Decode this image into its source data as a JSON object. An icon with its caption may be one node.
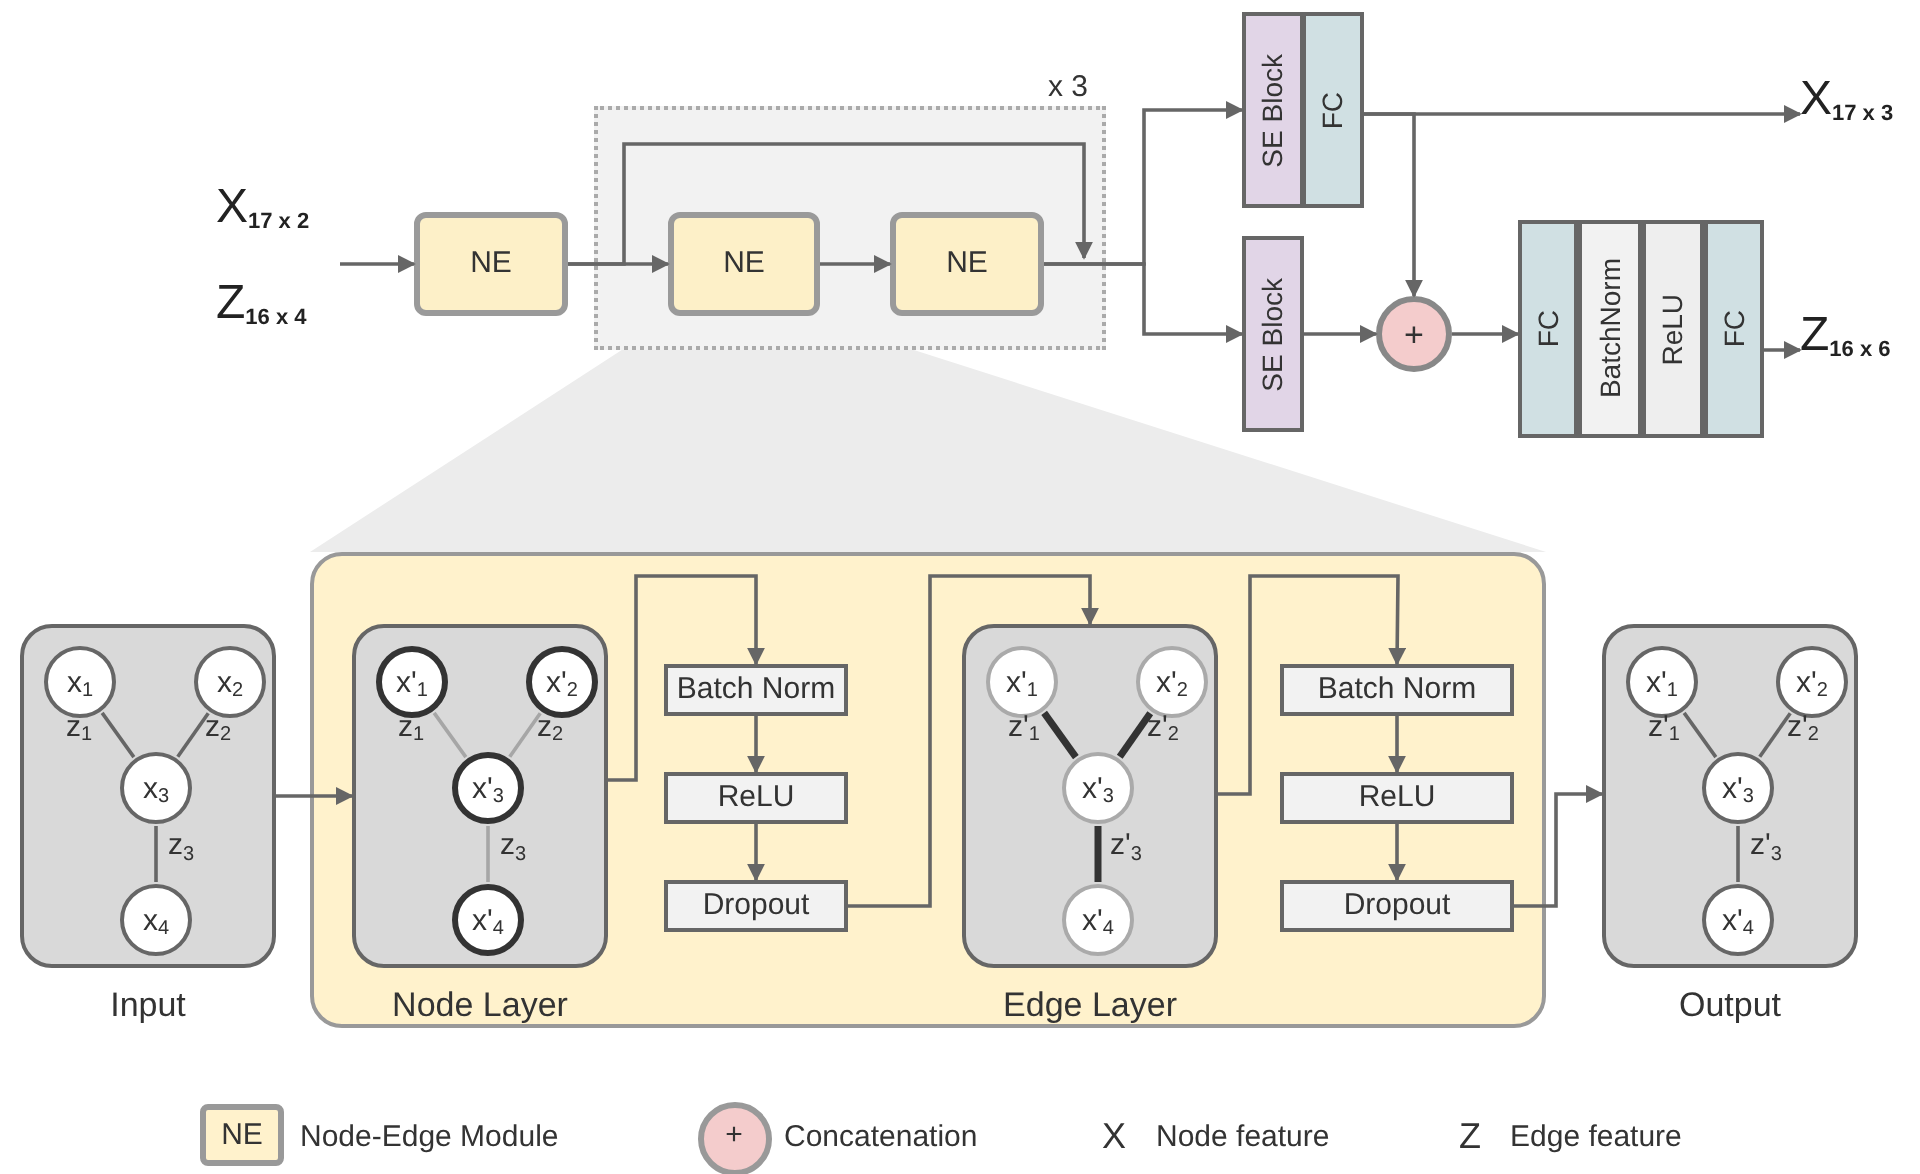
{
  "diagram": {
    "nodes": [
      {
        "text": [
          "X$_{17 x 2}$",
          "Z$_{16 x 4}$"
        ]
      },
      {
        "text": [
          "NE"
        ]
      },
      {
        "text": [],
        "shape": "box",
        "beside": [
          "x 3"
        ]
      },
      {
        "text": [
          "NE"
        ],
        "in": 2
      },
      {
        "text": [
          "NE"
        ],
        "in": 2
      },
      {
        "text": [
          "SE Block"
        ]
      },
      {
        "text": [
          "FC"
        ]
      },
      {
        "text": [
          "SE Block"
        ]
      },
      {
        "text": [
          "+"
        ]
      },
      {
        "text": [
          "FC"
        ]
      },
      {
        "text": [
          "BatchNorm"
        ]
      },
      {
        "text": [
          "ReLU"
        ]
      },
      {
        "text": [
          "FC"
        ]
      },
      {
        "text": [
          "X$_{17 x 3}$"
        ]
      },
      {
        "text": [
          "Z$_{16 x 6}$"
        ]
      },
      {
        "text": [],
        "shape": "box",
        "beside": [
          "Input"
        ]
      },
      {
        "text": [
          "x$_{1}$"
        ],
        "in": 15
      },
      {
        "text": [
          "x$_{2}$"
        ],
        "in": 15
      },
      {
        "text": [
          "x$_{3}$"
        ],
        "in": 15
      },
      {
        "text": [
          "x$_{4}$"
        ],
        "in": 15
      },
      {
        "text": [],
        "shape": "box"
      },
      {
        "text": [],
        "shape": "box",
        "in": 20,
        "beside": [
          "Node Layer"
        ]
      },
      {
        "text": [
          "x'$_{1}$"
        ],
        "in": 21
      },
      {
        "text": [
          "x'$_{2}$"
        ],
        "in": 21
      },
      {
        "text": [
          "x'$_{3}$"
        ],
        "in": 21
      },
      {
        "text": [
          "x'$_{4}$"
        ],
        "in": 21
      },
      {
        "text": [
          "Batch Norm"
        ],
        "in": 20
      },
      {
        "text": [
          "ReLU"
        ],
        "in": 20
      },
      {
        "text": [
          "Dropout"
        ],
        "in": 20
      },
      {
        "text": [],
        "shape": "box",
        "in": 20,
        "beside": [
          "Edge Layer"
        ]
      },
      {
        "text": [
          "x'$_{1}$"
        ],
        "in": 29
      },
      {
        "text": [
          "x'$_{2}$"
        ],
        "in": 29
      },
      {
        "text": [
          "x'$_{3}$"
        ],
        "in": 29
      },
      {
        "text": [
          "x'$_{4}$"
        ],
        "in": 29
      },
      {
        "text": [
          "Batch Norm"
        ],
        "in": 20
      },
      {
        "text": [
          "ReLU"
        ],
        "in": 20
      },
      {
        "text": [
          "Dropout"
        ],
        "in": 20
      },
      {
        "text": [],
        "shape": "box",
        "beside": [
          "Output"
        ]
      },
      {
        "text": [
          "x'$_{1}$"
        ],
        "in": 37
      },
      {
        "text": [
          "x'$_{2}$"
        ],
        "in": 37
      },
      {
        "text": [
          "x'$_{3}$"
        ],
        "in": 37
      },
      {
        "text": [
          "x'$_{4}$"
        ],
        "in": 37
      }
    ],
    "edges": [
      {
        "from": 0,
        "to": 1,
        "arrow": "to"
      },
      {
        "from": 1,
        "to": 3,
        "arrow": "to"
      },
      {
        "from": 1,
        "to": 2,
        "arrow": "to"
      },
      {
        "from": 3,
        "to": 4,
        "arrow": "to"
      },
      {
        "from": 4,
        "to": 5,
        "arrow": "to"
      },
      {
        "from": 4,
        "to": 7,
        "arrow": "to"
      },
      {
        "from": 6,
        "to": 13,
        "arrow": "to"
      },
      {
        "from": 6,
        "to": 8,
        "arrow": "to"
      },
      {
        "from": 7,
        "to": 8,
        "arrow": "to"
      },
      {
        "from": 8,
        "to": 9,
        "arrow": "to"
      },
      {
        "from": 12,
        "to": 14,
        "arrow": "to"
      },
      {
        "from": 15,
        "to": 21,
        "arrow": "to"
      },
      {
        "from": 16,
        "to": 18,
        "arrow": "none",
        "label": "z$_{1}$"
      },
      {
        "from": 17,
        "to": 18,
        "arrow": "none",
        "label": "z$_{2}$"
      },
      {
        "from": 18,
        "to": 19,
        "arrow": "none",
        "label": "z$_{3}$"
      },
      {
        "from": 21,
        "to": 26,
        "arrow": "to"
      },
      {
        "from": 22,
        "to": 24,
        "arrow": "none",
        "label": "z$_{1}$",
        "color": "#a6a6a6"
      },
      {
        "from": 23,
        "to": 24,
        "arrow": "none",
        "label": "z$_{2}$",
        "color": "#a6a6a6"
      },
      {
        "from": 24,
        "to": 25,
        "arrow": "none",
        "label": "z$_{3}$",
        "color": "#a6a6a6"
      },
      {
        "from": 26,
        "to": 27,
        "arrow": "to"
      },
      {
        "from": 27,
        "to": 28,
        "arrow": "to"
      },
      {
        "from": 28,
        "to": 29,
        "arrow": "to"
      },
      {
        "from": 30,
        "to": 32,
        "arrow": "none",
        "label": "z'$_{1}$",
        "style": "thick",
        "color": "#333333"
      },
      {
        "from": 31,
        "to": 32,
        "arrow": "none",
        "label": "z'$_{2}$",
        "style": "thick",
        "color": "#333333"
      },
      {
        "from": 32,
        "to": 33,
        "arrow": "none",
        "label": "z'$_{3}$",
        "style": "thick",
        "color": "#333333"
      },
      {
        "from": 29,
        "to": 34,
        "arrow": "to"
      },
      {
        "from": 34,
        "to": 35,
        "arrow": "to"
      },
      {
        "from": 35,
        "to": 36,
        "arrow": "to"
      },
      {
        "from": 36,
        "to": 37,
        "arrow": "to"
      },
      {
        "from": 38,
        "to": 40,
        "arrow": "none",
        "label": "z'$_{1}$"
      },
      {
        "from": 39,
        "to": 40,
        "arrow": "none",
        "label": "z'$_{2}$"
      },
      {
        "from": 40,
        "to": 41,
        "arrow": "none",
        "label": "z'$_{3}$"
      }
    ],
    "labels": [
      "NE",
      "+",
      "X",
      "Z"
    ],
    "legend": [
      {
        "text": "Node-Edge Module",
        "color": "#fff2cc"
      },
      {
        "text": "Concatenation",
        "color": "#f4cccc"
      },
      {
        "text": "Node feature"
      },
      {
        "text": "Edge feature"
      }
    ]
  }
}
